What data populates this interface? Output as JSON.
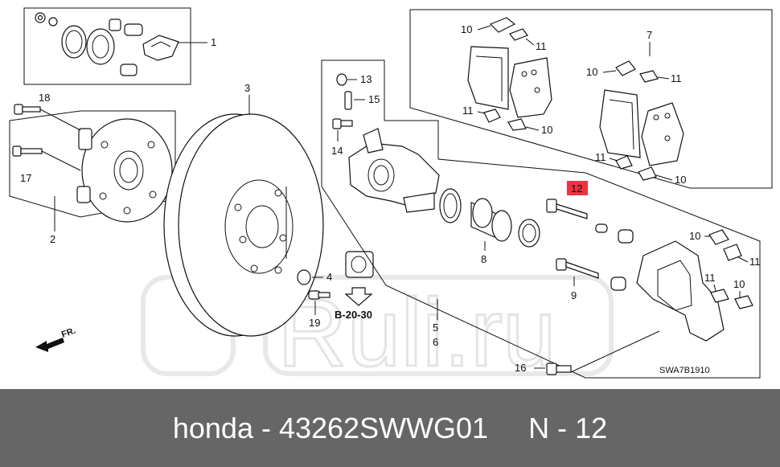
{
  "colors": {
    "background": "#ffffff",
    "footer": "#666666",
    "footer_text": "#ffffff",
    "highlight": "#ee3340",
    "watermark": "#e8e8e8"
  },
  "callouts": {
    "c1": "1",
    "c2": "2",
    "c3": "3",
    "c4": "4",
    "c5": "5",
    "c6": "6",
    "c7": "7",
    "c8": "8",
    "c9": "9",
    "c10": "10",
    "c11": "11",
    "c12": "12",
    "c13": "13",
    "c14": "14",
    "c15": "15",
    "c16": "16",
    "c17": "17",
    "c18": "18",
    "c19": "19"
  },
  "reference": "B-20-30",
  "forward": "FR.",
  "diagram_code": "SWA7B1910",
  "watermark": "Ruli.ru",
  "footer": {
    "text": "honda - 43262SWWG01     N - 12"
  }
}
